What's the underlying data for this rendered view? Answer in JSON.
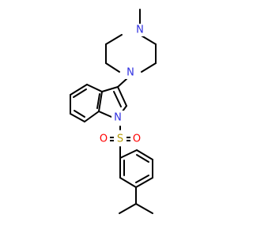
{
  "molecule": {
    "atoms": {
      "n_piperazine_top": "N",
      "n_piperazine_bottom": "N",
      "n_indole": "N",
      "s_sulfonyl": "S",
      "o_left": "O",
      "o_right": "O"
    },
    "colors": {
      "nitrogen": "#2f2fe0",
      "sulfur": "#b59a00",
      "oxygen": "#ff0000",
      "bond": "#000000"
    }
  }
}
